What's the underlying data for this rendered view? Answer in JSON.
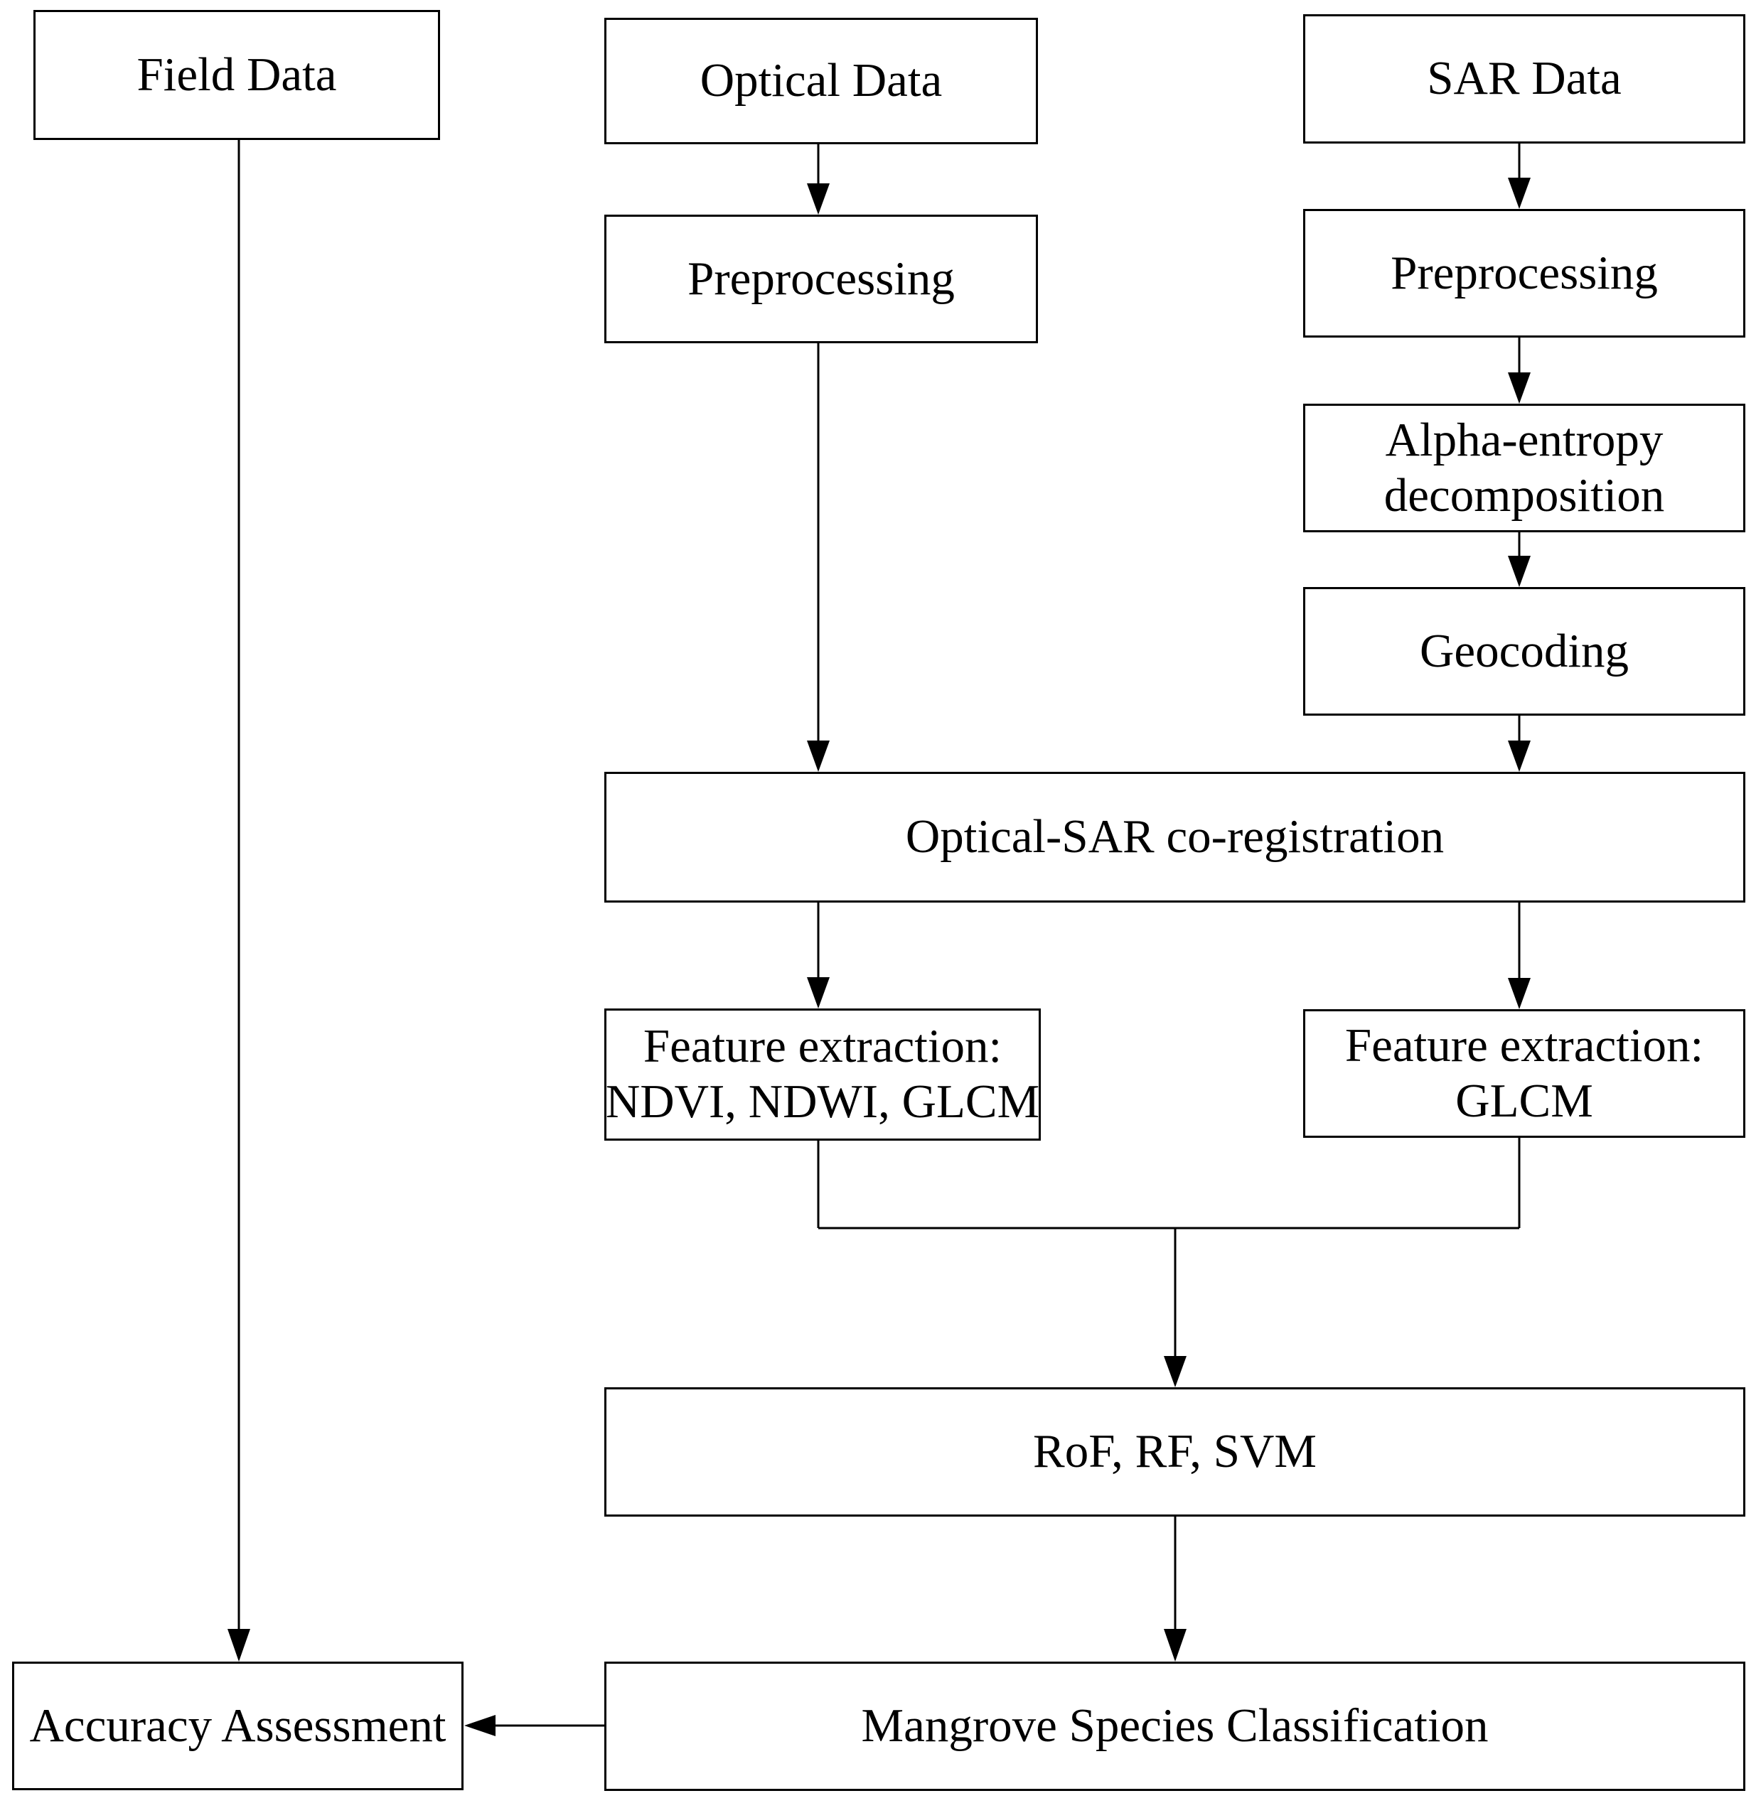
{
  "diagram": {
    "nodes": {
      "field_data": {
        "label": "Field Data"
      },
      "optical_data": {
        "label": "Optical Data"
      },
      "sar_data": {
        "label": "SAR Data"
      },
      "preprocessing_optical": {
        "label": "Preprocessing"
      },
      "preprocessing_sar": {
        "label": "Preprocessing"
      },
      "alpha_entropy": {
        "line1": "Alpha-entropy",
        "line2": "decomposition"
      },
      "geocoding": {
        "label": "Geocoding"
      },
      "coregistration": {
        "label": "Optical-SAR co-registration"
      },
      "feature_extraction_optical": {
        "line1": "Feature extraction:",
        "line2": "NDVI, NDWI, GLCM"
      },
      "feature_extraction_sar": {
        "line1": "Feature extraction:",
        "line2": "GLCM"
      },
      "classifiers": {
        "label": "RoF, RF, SVM"
      },
      "species_classification": {
        "label": "Mangrove Species Classification"
      },
      "accuracy_assessment": {
        "label": "Accuracy Assessment"
      }
    },
    "edges": [
      {
        "from": "field_data",
        "to": "accuracy_assessment"
      },
      {
        "from": "optical_data",
        "to": "preprocessing_optical"
      },
      {
        "from": "preprocessing_optical",
        "to": "coregistration"
      },
      {
        "from": "sar_data",
        "to": "preprocessing_sar"
      },
      {
        "from": "preprocessing_sar",
        "to": "alpha_entropy"
      },
      {
        "from": "alpha_entropy",
        "to": "geocoding"
      },
      {
        "from": "geocoding",
        "to": "coregistration"
      },
      {
        "from": "coregistration",
        "to": "feature_extraction_optical"
      },
      {
        "from": "coregistration",
        "to": "feature_extraction_sar"
      },
      {
        "from": "feature_extraction_optical",
        "to": "classifiers"
      },
      {
        "from": "feature_extraction_sar",
        "to": "classifiers"
      },
      {
        "from": "classifiers",
        "to": "species_classification"
      },
      {
        "from": "species_classification",
        "to": "accuracy_assessment"
      }
    ],
    "colors": {
      "line": "#000000",
      "text": "#000000",
      "box_fill": "#ffffff",
      "background": "#ffffff"
    }
  }
}
